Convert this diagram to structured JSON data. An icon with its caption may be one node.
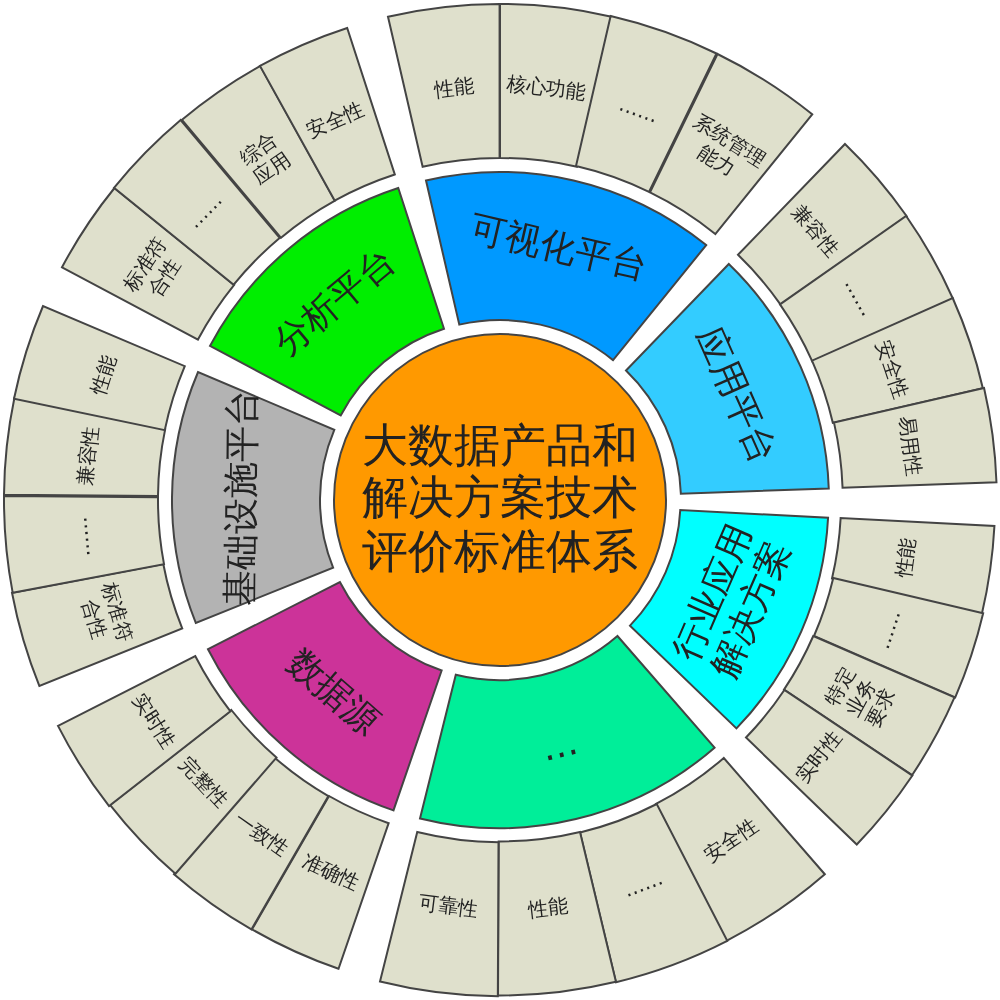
{
  "diagram": {
    "nodes": [
      {
        "text": [
          "大数据产品和解决方案技术评价标准体系"
        ]
      },
      {
        "text": [
          "可视化平台"
        ]
      },
      {
        "text": [
          "应用平台"
        ]
      },
      {
        "text": [
          "行业应用解决方案"
        ]
      },
      {
        "text": [
          "…"
        ]
      },
      {
        "text": [
          "数据源"
        ]
      },
      {
        "text": [
          "基础设施平台"
        ]
      },
      {
        "text": [
          "分析平台"
        ]
      },
      {
        "text": [
          "性能"
        ]
      },
      {
        "text": [
          "核心功能"
        ]
      },
      {
        "text": [
          "……"
        ]
      },
      {
        "text": [
          "系统管理能力"
        ]
      },
      {
        "text": [
          "兼容性"
        ]
      },
      {
        "text": [
          "……"
        ]
      },
      {
        "text": [
          "安全性"
        ]
      },
      {
        "text": [
          "易用性"
        ]
      },
      {
        "text": [
          "性能"
        ]
      },
      {
        "text": [
          "……"
        ]
      },
      {
        "text": [
          "特定业务要求"
        ]
      },
      {
        "text": [
          "实时性"
        ]
      },
      {
        "text": [
          "安全性"
        ]
      },
      {
        "text": [
          "……"
        ]
      },
      {
        "text": [
          "性能"
        ]
      },
      {
        "text": [
          "可靠性"
        ]
      },
      {
        "text": [
          "准确性"
        ]
      },
      {
        "text": [
          "一致性"
        ]
      },
      {
        "text": [
          "完整性"
        ]
      },
      {
        "text": [
          "实时性"
        ]
      },
      {
        "text": [
          "标准符合性"
        ]
      },
      {
        "text": [
          "……"
        ]
      },
      {
        "text": [
          "兼容性"
        ]
      },
      {
        "text": [
          "性能"
        ]
      },
      {
        "text": [
          "标准符合性"
        ]
      },
      {
        "text": [
          "……"
        ]
      },
      {
        "text": [
          "综合应用"
        ]
      },
      {
        "text": [
          "安全性"
        ]
      }
    ]
  }
}
